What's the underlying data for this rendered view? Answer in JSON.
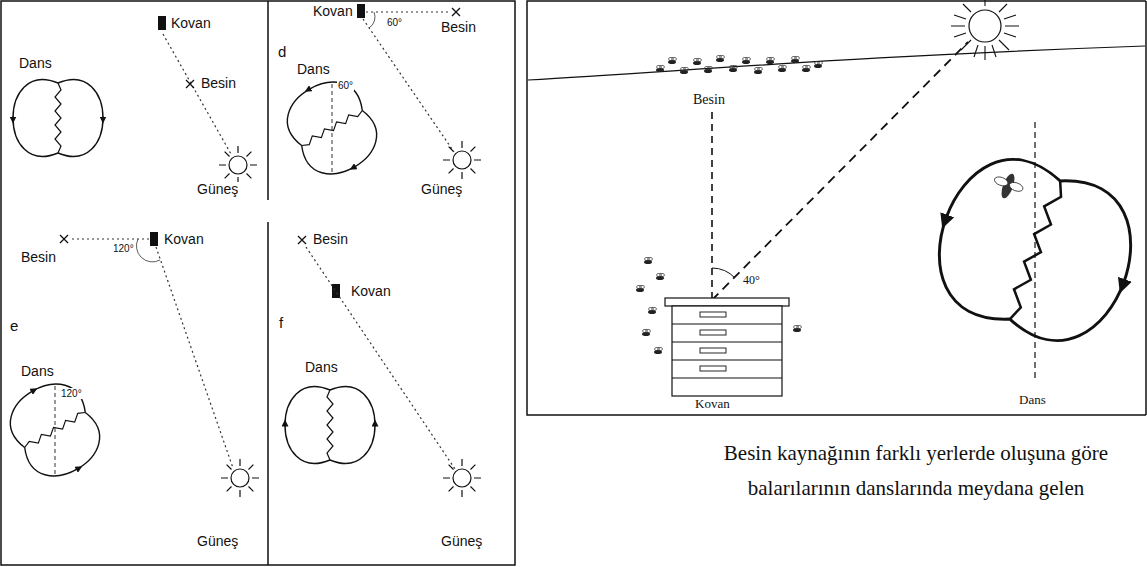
{
  "diagram": {
    "caption": "Besin kaynağının farklı yerlerde oluşuna göre balarılarının danslarında meydana gelen",
    "labels": [
      "Kovan",
      "Besin",
      "Dans",
      "Güneş",
      "Kovan",
      "Besin",
      "d",
      "60°",
      "Dans",
      "60°",
      "Güneş",
      "Besin",
      "Kovan",
      "120°",
      "e",
      "Dans",
      "120°",
      "Güneş",
      "Besin",
      "Kovan",
      "f",
      "Dans",
      "Güneş",
      "Besin",
      "40°",
      "Kovan",
      "Dans"
    ]
  }
}
